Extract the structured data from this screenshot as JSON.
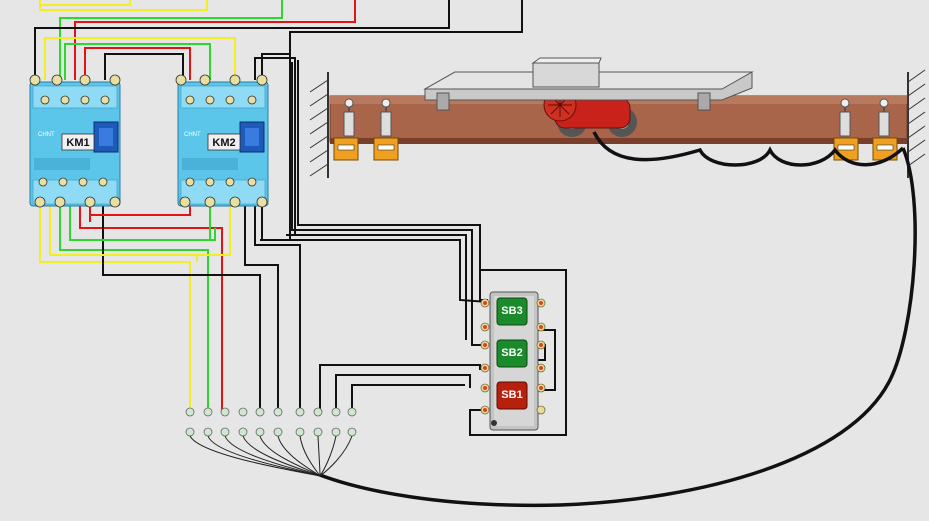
{
  "contactors": [
    {
      "label": "KM1",
      "brand": "CHNT"
    },
    {
      "label": "KM2",
      "brand": "CHNT"
    }
  ],
  "buttons": [
    {
      "label": "SB3",
      "color": "#1a8a2a"
    },
    {
      "label": "SB2",
      "color": "#1a8a2a"
    },
    {
      "label": "SB1",
      "color": "#b8200e"
    }
  ],
  "colors": {
    "background": "#e6e6e6",
    "wire_yellow": "#f2ee22",
    "wire_green": "#2ed62e",
    "wire_red": "#e21414",
    "wire_black": "#111111",
    "contactor_body": "#5bc6ea",
    "rail_brown": "#a8654a",
    "motor_red": "#c8221a",
    "limit_switch": "#f0a020"
  },
  "icons": [
    "contactor",
    "push-button-station",
    "terminal-block",
    "crane-rail",
    "motor",
    "limit-switch"
  ]
}
